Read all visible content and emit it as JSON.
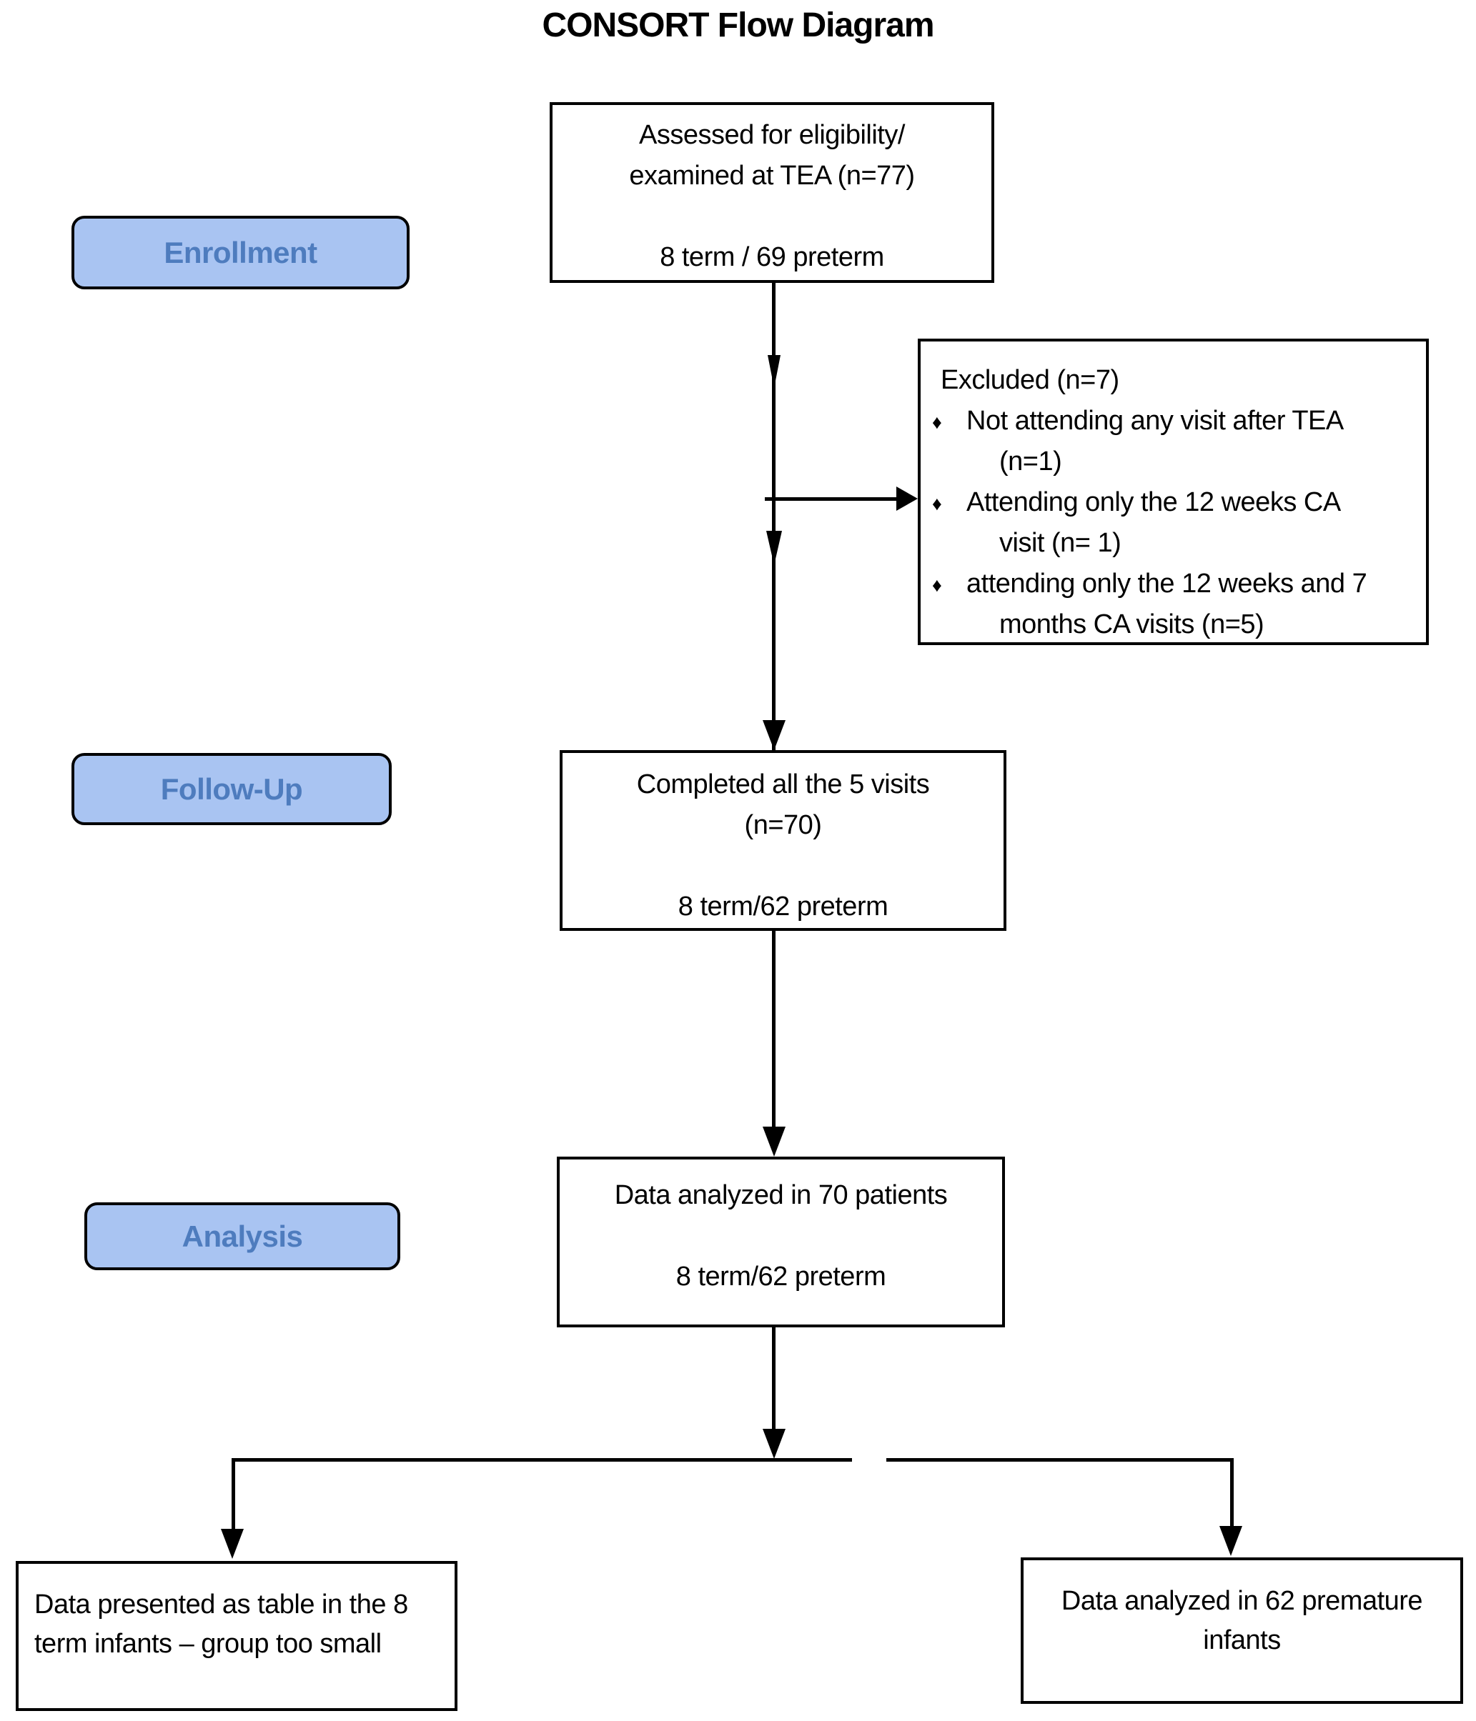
{
  "title": "CONSORT Flow Diagram",
  "colors": {
    "stage_fill": "#a9c4f2",
    "stage_text": "#4e7cbe",
    "box_border": "#000000",
    "background": "#ffffff"
  },
  "stages": {
    "enrollment": "Enrollment",
    "followup": "Follow-Up",
    "analysis": "Analysis"
  },
  "boxes": {
    "assessed": {
      "line1": "Assessed for eligibility/",
      "line2": "examined at TEA  (n=77)",
      "line3": "8 term / 69 preterm"
    },
    "excluded": {
      "heading": "Excluded  (n=7)",
      "bullets": [
        {
          "line1": "Not attending any visit after TEA",
          "line2": "(n=1)"
        },
        {
          "line1": "Attending only the 12 weeks CA",
          "line2": "visit (n= 1)"
        },
        {
          "line1": "attending only the 12 weeks and 7",
          "line2": "months CA visits  (n=5)"
        }
      ]
    },
    "completed": {
      "line1": "Completed all the 5 visits",
      "line2": "(n=70)",
      "line3": "8 term/62 preterm"
    },
    "analyzed": {
      "line1": "Data analyzed in 70 patients",
      "line2": "8 term/62 preterm"
    },
    "term_group": {
      "line1": "Data presented as table in the 8",
      "line2": "term infants – group  too small"
    },
    "preterm_group": {
      "line1": "Data analyzed in 62 premature",
      "line2": "infants"
    }
  },
  "icons": {
    "bullet": "♦"
  }
}
